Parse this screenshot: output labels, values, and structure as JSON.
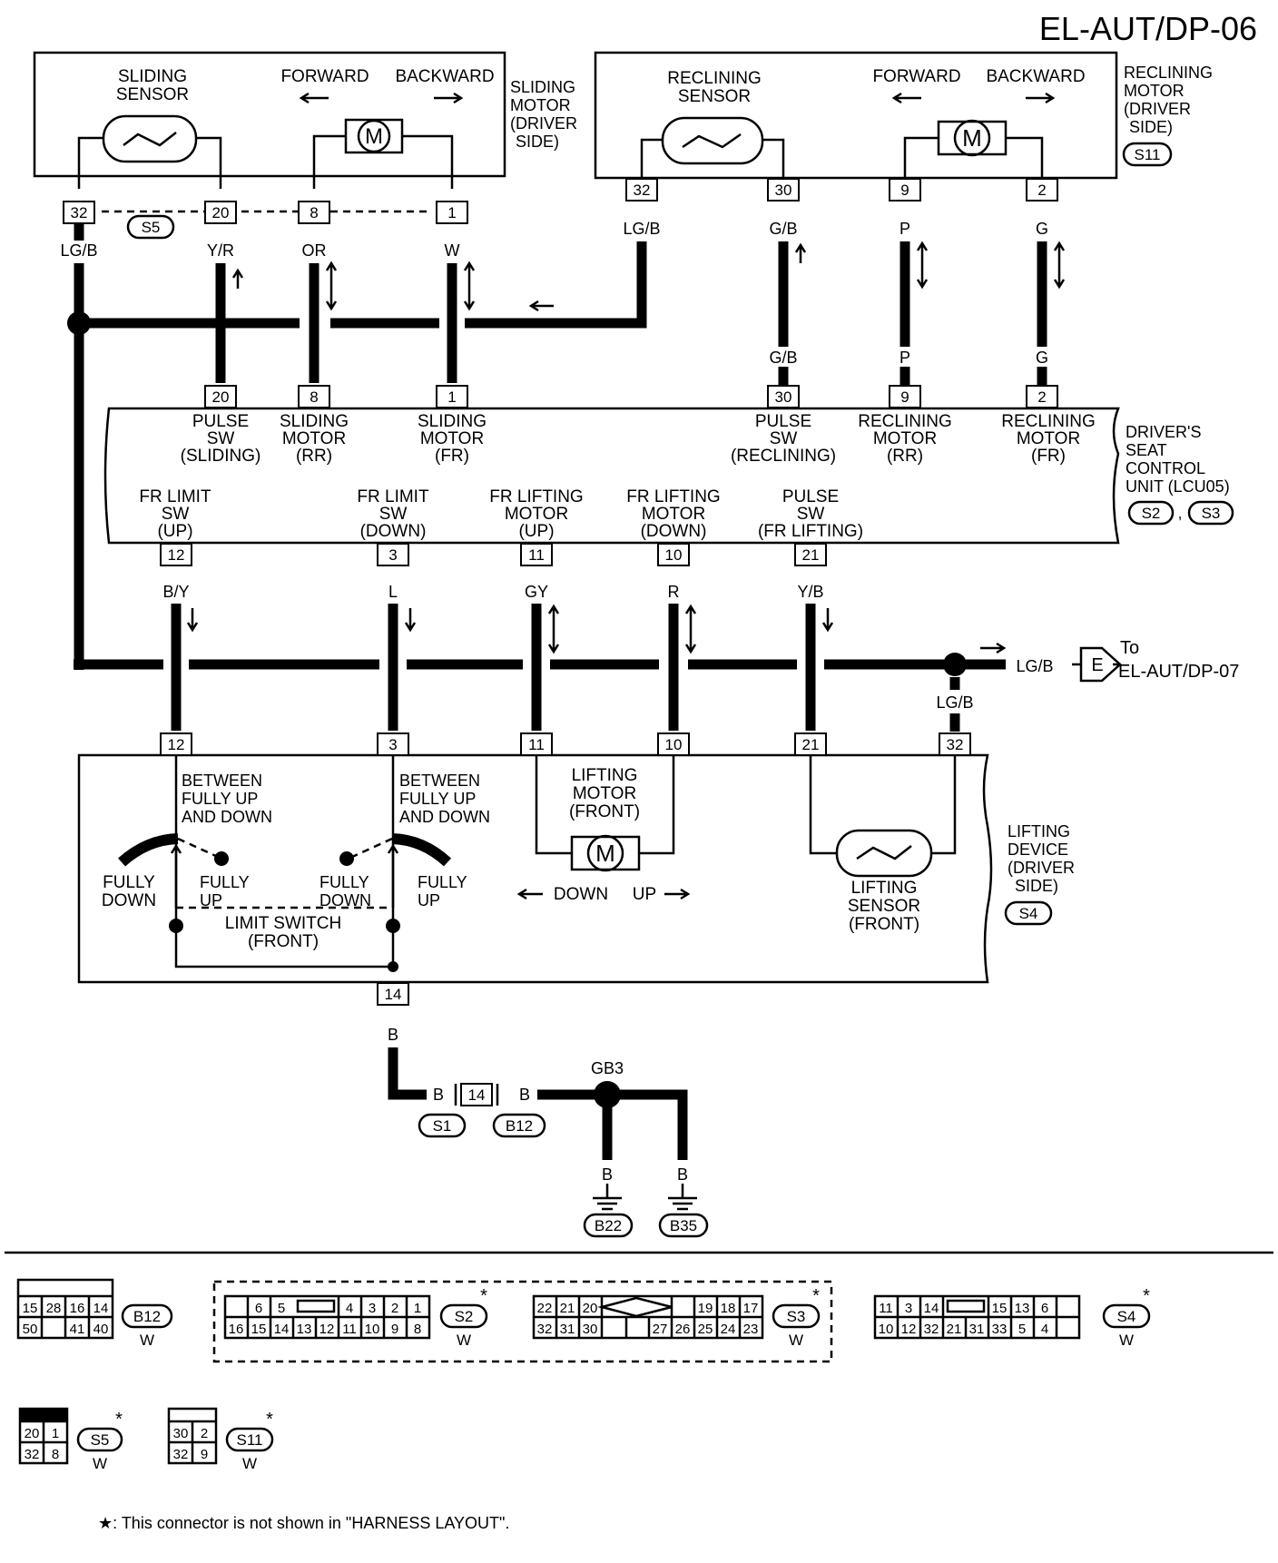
{
  "page_title": "EL-AUT/DP-06",
  "sliding_motor": {
    "sensor_label": [
      "SLIDING",
      "SENSOR"
    ],
    "forward": "FORWARD",
    "backward": "BACKWARD",
    "motor_symbol": "M",
    "name_label": [
      "SLIDING",
      "MOTOR",
      "(DRIVER",
      "SIDE)"
    ],
    "connector_tag": "S5",
    "pins": [
      "32",
      "20",
      "8",
      "1"
    ],
    "wire_colors": [
      "LG/B",
      "Y/R",
      "OR",
      "W"
    ]
  },
  "reclining_motor": {
    "sensor_label": [
      "RECLINING",
      "SENSOR"
    ],
    "forward": "FORWARD",
    "backward": "BACKWARD",
    "motor_symbol": "M",
    "name_label": [
      "RECLINING",
      "MOTOR",
      "(DRIVER",
      "SIDE)"
    ],
    "connector_tag": "S11",
    "pins": [
      "32",
      "30",
      "9",
      "2"
    ],
    "wire_colors": [
      "LG/B",
      "G/B",
      "P",
      "G"
    ]
  },
  "control_unit": {
    "name_label": [
      "DRIVER'S",
      "SEAT",
      "CONTROL",
      "UNIT (LCU05)"
    ],
    "connector_tags": [
      "S2",
      "S3"
    ],
    "top_pins": [
      {
        "pin": "20",
        "label": [
          "PULSE",
          "SW",
          "(SLIDING)"
        ]
      },
      {
        "pin": "8",
        "label": [
          "SLIDING",
          "MOTOR",
          "(RR)"
        ]
      },
      {
        "pin": "1",
        "label": [
          "SLIDING",
          "MOTOR",
          "(FR)"
        ]
      },
      {
        "pin": "30",
        "label": [
          "PULSE",
          "SW",
          "(RECLINING)"
        ]
      },
      {
        "pin": "9",
        "label": [
          "RECLINING",
          "MOTOR",
          "(RR)"
        ]
      },
      {
        "pin": "2",
        "label": [
          "RECLINING",
          "MOTOR",
          "(FR)"
        ]
      }
    ],
    "top_wire_colors": [
      "G/B",
      "P",
      "G"
    ],
    "bottom_pins": [
      {
        "pin": "12",
        "label": [
          "FR LIMIT",
          "SW",
          "(UP)"
        ],
        "color": "B/Y"
      },
      {
        "pin": "3",
        "label": [
          "FR LIMIT",
          "SW",
          "(DOWN)"
        ],
        "color": "L"
      },
      {
        "pin": "11",
        "label": [
          "FR LIFTING",
          "MOTOR",
          "(UP)"
        ],
        "color": "GY"
      },
      {
        "pin": "10",
        "label": [
          "FR LIFTING",
          "MOTOR",
          "(DOWN)"
        ],
        "color": "R"
      },
      {
        "pin": "21",
        "label": [
          "PULSE",
          "SW",
          "(FR LIFTING)"
        ],
        "color": "Y/B"
      }
    ]
  },
  "continuation": {
    "wire_color": "LG/B",
    "letter": "E",
    "to": "To",
    "target": "EL-AUT/DP-07",
    "branch_color": "LG/B"
  },
  "lifting_device": {
    "pins": [
      "12",
      "3",
      "11",
      "10",
      "21",
      "32"
    ],
    "between_label": [
      "BETWEEN",
      "FULLY UP",
      "AND DOWN"
    ],
    "fully_down": [
      "FULLY",
      "DOWN"
    ],
    "fully_up": [
      "FULLY",
      "UP"
    ],
    "limit_switch": [
      "LIMIT SWITCH",
      "(FRONT)"
    ],
    "motor_label": [
      "LIFTING",
      "MOTOR",
      "(FRONT)"
    ],
    "motor_symbol": "M",
    "down": "DOWN",
    "up": "UP",
    "sensor_label": [
      "LIFTING",
      "SENSOR",
      "(FRONT)"
    ],
    "name_label": [
      "LIFTING",
      "DEVICE",
      "(DRIVER",
      "SIDE)"
    ],
    "connector_tag": "S4",
    "ground_pin": "14"
  },
  "ground": {
    "wire_color": "B",
    "inline_pin": "14",
    "inline_tags": [
      "S1",
      "B12"
    ],
    "junction": "GB3",
    "grounds": [
      "B22",
      "B35"
    ]
  },
  "connector_views": [
    {
      "tag": "B12",
      "color": "W",
      "star": false,
      "rows": [
        [
          "15",
          "28",
          "16",
          "14"
        ],
        [
          "50",
          "",
          "41",
          "40"
        ]
      ]
    },
    {
      "tag": "S2",
      "color": "W",
      "star": true,
      "rows": [
        [
          "",
          "6",
          "5",
          "",
          "4",
          "3",
          "2",
          "1"
        ],
        [
          "16",
          "15",
          "14",
          "13",
          "12",
          "11",
          "10",
          "9",
          "8"
        ]
      ]
    },
    {
      "tag": "S3",
      "color": "W",
      "star": true,
      "rows": [
        [
          "22",
          "21",
          "20",
          "",
          "19",
          "18",
          "17"
        ],
        [
          "32",
          "31",
          "30",
          "",
          "27",
          "26",
          "25",
          "24",
          "23"
        ]
      ]
    },
    {
      "tag": "S4",
      "color": "W",
      "star": true,
      "rows": [
        [
          "11",
          "3",
          "14",
          "",
          "15",
          "13",
          "6",
          ""
        ],
        [
          "10",
          "12",
          "32",
          "21",
          "31",
          "33",
          "5",
          "4",
          ""
        ]
      ]
    },
    {
      "tag": "S5",
      "color": "W",
      "star": true,
      "rows": [
        [
          "20",
          "1"
        ],
        [
          "32",
          "8"
        ]
      ]
    },
    {
      "tag": "S11",
      "color": "W",
      "star": true,
      "rows": [
        [
          "30",
          "2"
        ],
        [
          "32",
          "9"
        ]
      ]
    }
  ],
  "footnote": "★: This connector is not shown in \"HARNESS LAYOUT\"."
}
